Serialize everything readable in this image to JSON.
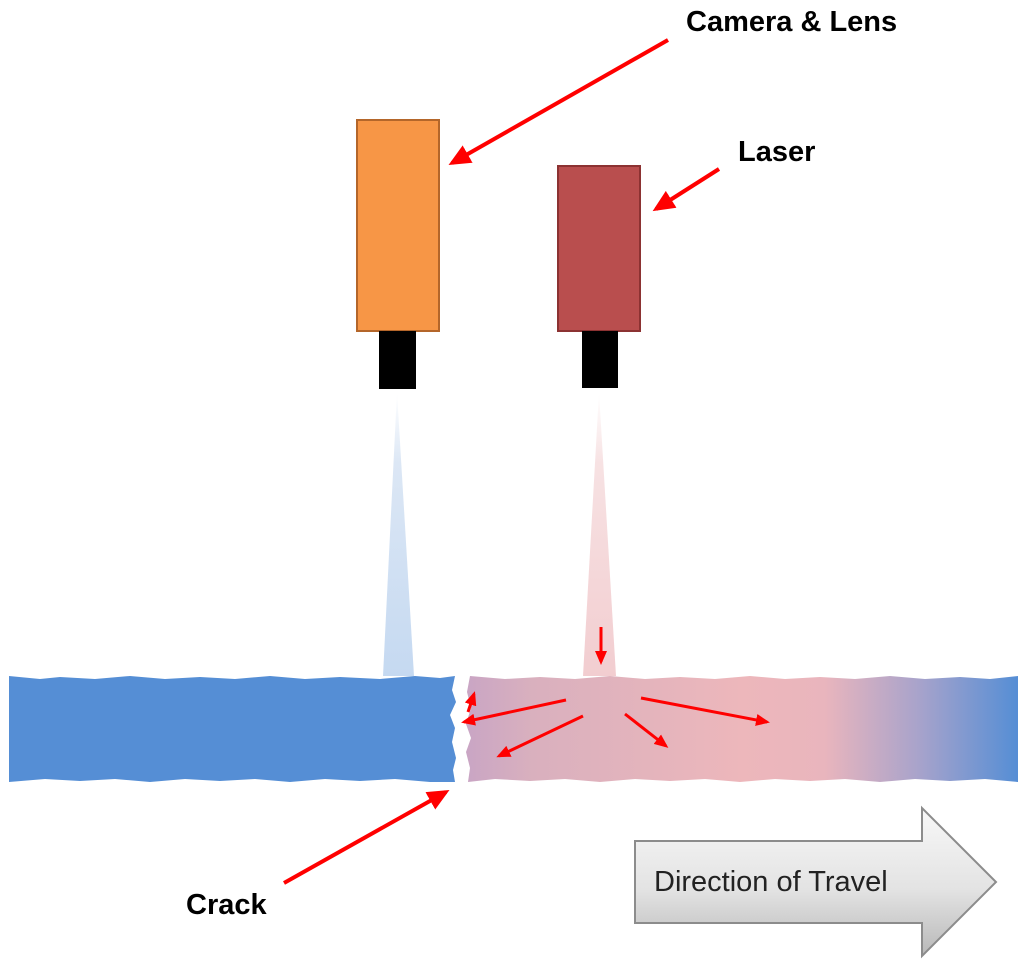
{
  "labels": {
    "camera": "Camera & Lens",
    "laser": "Laser",
    "crack": "Crack",
    "direction": "Direction of Travel"
  },
  "colors": {
    "camera_body": "#F79646",
    "camera_border": "#B4662A",
    "laser_body": "#B94E4E",
    "laser_border": "#8C3232",
    "lens": "#000000",
    "surface_blue": "#558ED5",
    "heated_pink": "#EDB7BB",
    "camera_beam": "#C5D9F1",
    "laser_beam": "#F2CDD0",
    "arrow": "#FF0000",
    "direction_fill": "#E6E6E6",
    "direction_border": "#8C8C8C"
  },
  "icons": {
    "camera": "camera-icon",
    "laser": "laser-icon",
    "direction": "direction-arrow-icon"
  }
}
